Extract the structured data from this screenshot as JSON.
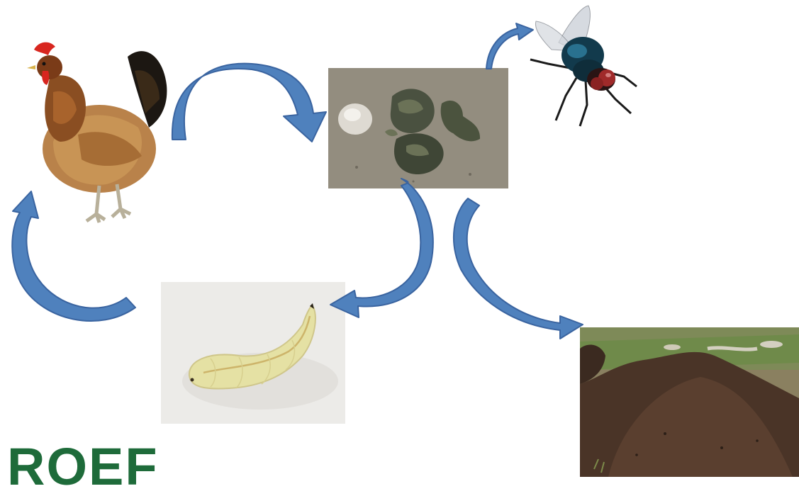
{
  "diagram": {
    "nodes": [
      {
        "id": "chicken",
        "label": "",
        "icon": "chicken-photo"
      },
      {
        "id": "feces",
        "label": "",
        "icon": "chicken-feces-photo"
      },
      {
        "id": "fly",
        "label": "",
        "icon": "housefly-photo"
      },
      {
        "id": "larva",
        "label": "",
        "icon": "fly-larva-photo"
      },
      {
        "id": "compost",
        "label": "",
        "icon": "compost-pile-photo"
      }
    ],
    "edges": [
      {
        "from": "chicken",
        "to": "feces"
      },
      {
        "from": "feces",
        "to": "fly"
      },
      {
        "from": "feces",
        "to": "larva"
      },
      {
        "from": "larva",
        "to": "chicken"
      },
      {
        "from": "feces",
        "to": "compost"
      }
    ],
    "colors": {
      "arrow": "#4F81BD",
      "arrow_outline": "#3A64A0",
      "logo": "#1E6B3A"
    }
  },
  "logo": {
    "text": "ROEF"
  }
}
